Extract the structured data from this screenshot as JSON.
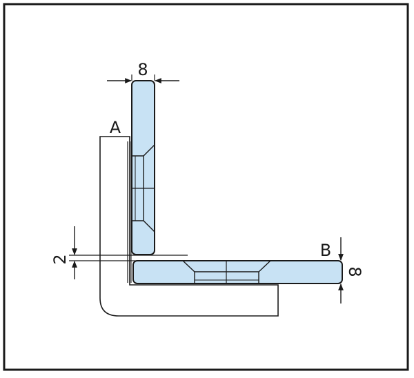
{
  "labels": {
    "point_a": "A",
    "point_b": "B",
    "dim_vertical_width": "8",
    "dim_gap": "2",
    "dim_horizontal_thickness": "8"
  },
  "colors": {
    "frame": "#1a1a1a",
    "glass": "#c8e2f4",
    "line": "#1a1a1a",
    "background": "#ffffff"
  }
}
